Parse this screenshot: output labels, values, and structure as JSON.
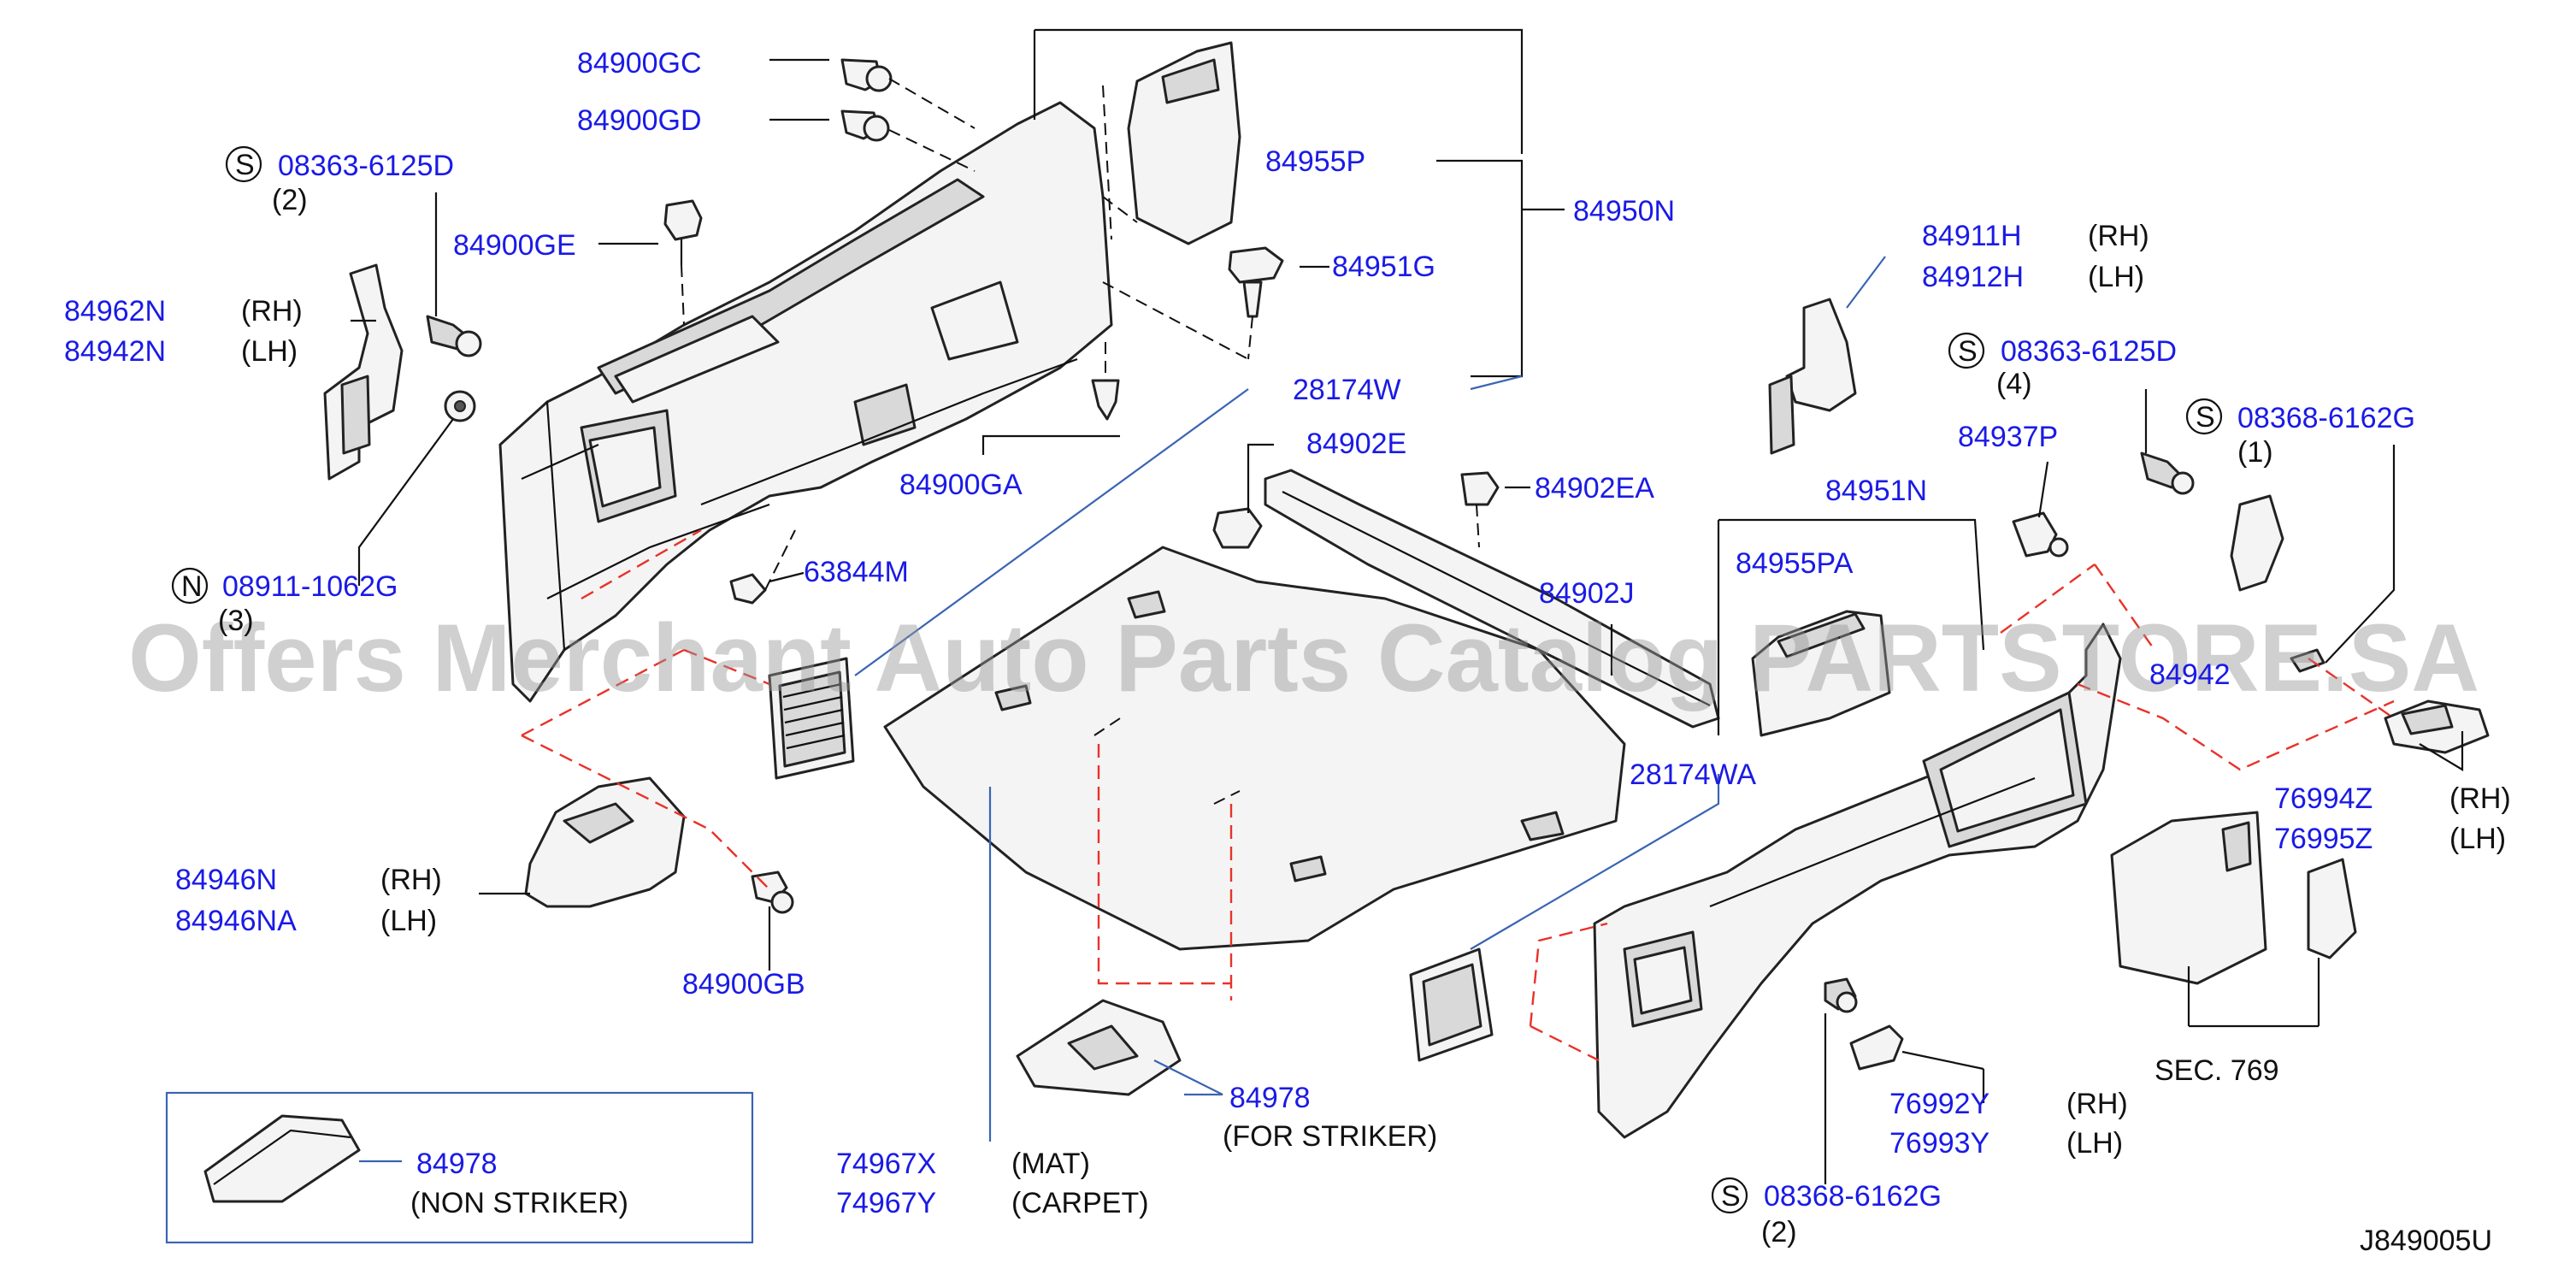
{
  "watermark": "Offers Merchant Auto Parts Catalog PARTSTORE.SA",
  "diagram_id": "J849005U",
  "symbols": {
    "s": "S",
    "n": "N"
  },
  "labels": {
    "p84900GC": "84900GC",
    "p84900GD": "84900GD",
    "p08363_left": "08363-6125D",
    "p08363_left_qty": "(2)",
    "p84900GE": "84900GE",
    "p84962N": "84962N",
    "p84962N_side": "(RH)",
    "p84942N": "84942N",
    "p84942N_side": "(LH)",
    "p84955P": "84955P",
    "p84950N": "84950N",
    "p84951G": "84951G",
    "p28174W": "28174W",
    "p84900GA": "84900GA",
    "p84902E": "84902E",
    "p84902EA": "84902EA",
    "p63844M": "63844M",
    "p08911": "08911-1062G",
    "p08911_qty": "(3)",
    "p84902J": "84902J",
    "p84911H": "84911H",
    "p84911H_side": "(RH)",
    "p84912H": "84912H",
    "p84912H_side": "(LH)",
    "p08363_right": "08363-6125D",
    "p08363_right_qty": "(4)",
    "p08368_top": "08368-6162G",
    "p08368_top_qty": "(1)",
    "p84937P": "84937P",
    "p84951N": "84951N",
    "p84955PA": "84955PA",
    "p28174WA": "28174WA",
    "p84942_partial": "84942",
    "p76994Z": "76994Z",
    "p76994Z_side": "(RH)",
    "p76995Z": "76995Z",
    "p76995Z_side": "(LH)",
    "p84946N": "84946N",
    "p84946N_side": "(RH)",
    "p84946NA": "84946NA",
    "p84946NA_side": "(LH)",
    "p84900GB": "84900GB",
    "p84978_striker": "84978",
    "p84978_striker_note": "(FOR  STRIKER)",
    "p84978_non": "84978",
    "p84978_non_note": "(NON  STRIKER)",
    "p74967X": "74967X",
    "p74967X_note": "(MAT)",
    "p74967Y": "74967Y",
    "p74967Y_note": "(CARPET)",
    "p76992Y": "76992Y",
    "p76992Y_side": "(RH)",
    "p76993Y": "76993Y",
    "p76993Y_side": "(LH)",
    "p08368_bottom": "08368-6162G",
    "p08368_bottom_qty": "(2)",
    "sec769": "SEC.  769"
  }
}
